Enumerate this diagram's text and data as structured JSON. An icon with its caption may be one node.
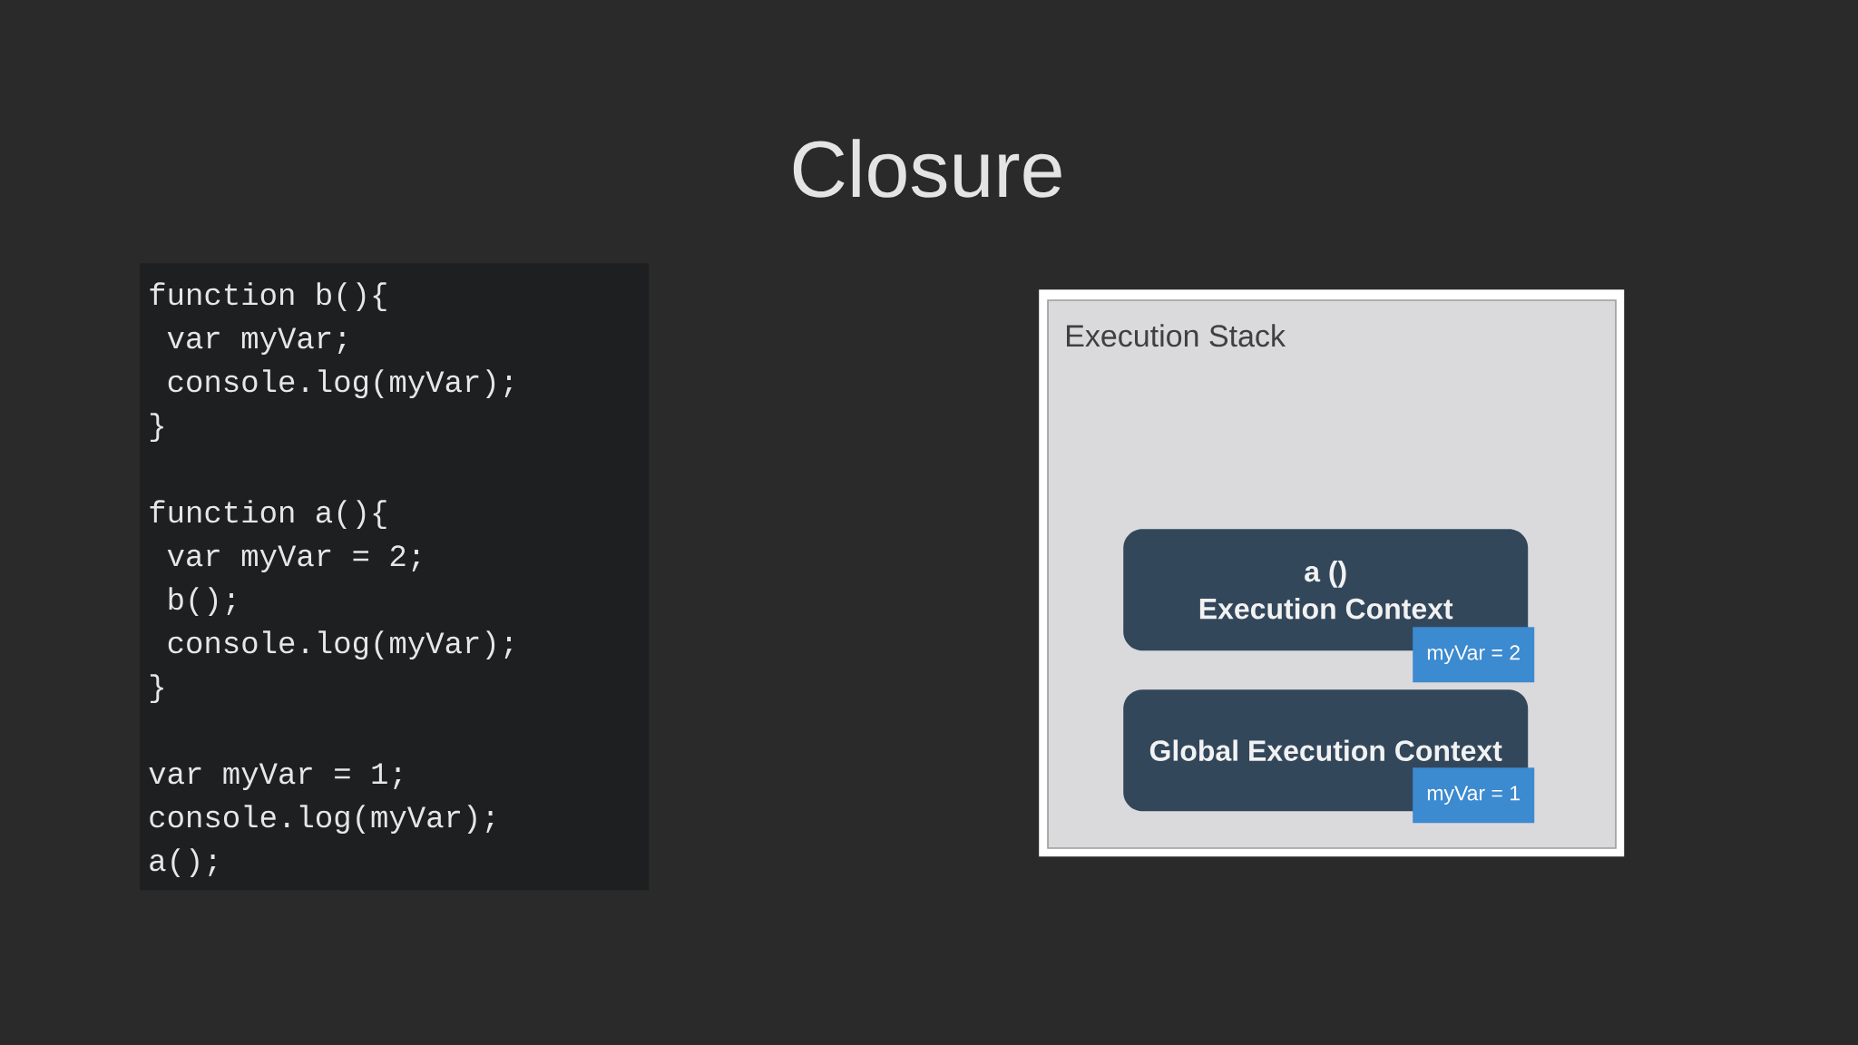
{
  "diagram": {
    "title": "Closure",
    "nodes": [
      {
        "text": [
          "function b(){",
          "var myVar;",
          "console.log(myVar);",
          "}",
          "function a(){",
          "var myVar = 2;",
          "b();",
          "console.log(myVar);",
          "}",
          "var myVar = 1;",
          "console.log(myVar);",
          "a();"
        ]
      },
      {
        "text": [
          "Execution Stack"
        ]
      },
      {
        "text": [
          "a ()",
          "Execution Context"
        ],
        "in": 1
      },
      {
        "text": [
          "myVar = 2"
        ],
        "in": 1
      },
      {
        "text": [
          "Global Execution Context"
        ],
        "in": 1
      },
      {
        "text": [
          "myVar = 1"
        ],
        "in": 1
      }
    ]
  }
}
